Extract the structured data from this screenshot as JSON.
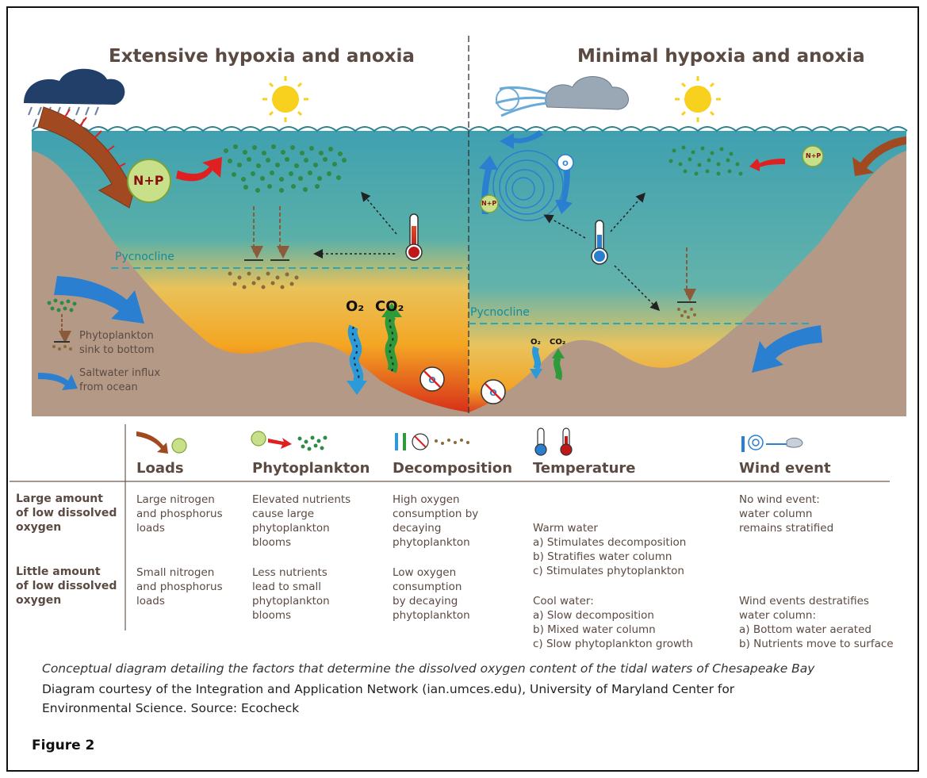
{
  "panels": {
    "left_title": "Extensive hypoxia and anoxia",
    "right_title": "Minimal hypoxia and anoxia",
    "pycnocline_left": "Pycnocline",
    "pycnocline_right": "Pycnocline"
  },
  "labels": {
    "np": "N+P",
    "o2": "O₂",
    "co2": "CO₂"
  },
  "legend": {
    "phytoplankton_sink": [
      "Phytoplankton",
      "sink to bottom"
    ],
    "saltwater_influx": [
      "Saltwater influx",
      "from ocean"
    ]
  },
  "table": {
    "headers": [
      "Loads",
      "Phytoplankton",
      "Decomposition",
      "Temperature",
      "Wind event"
    ],
    "rows": [
      {
        "label": [
          "Large amount",
          "of low dissolved",
          "oxygen"
        ],
        "cells": [
          [
            "Large nitrogen",
            "and phosphorus",
            "loads"
          ],
          [
            "Elevated nutrients",
            "cause large",
            "phytoplankton",
            "blooms"
          ],
          [
            "High oxygen",
            "consumption by",
            "decaying",
            "phytoplankton"
          ],
          [
            "Warm water",
            " a) Stimulates decomposition",
            " b) Stratifies water column",
            " c) Stimulates phytoplankton"
          ],
          [
            "No wind event:",
            "water column",
            "remains stratified"
          ]
        ]
      },
      {
        "label": [
          "Little amount",
          "of low dissolved",
          "oxygen"
        ],
        "cells": [
          [
            "Small nitrogen",
            "and phosphorus",
            "loads"
          ],
          [
            "Less nutrients",
            "lead to small",
            "phytoplankton",
            "blooms"
          ],
          [
            "Low oxygen",
            "consumption",
            "by decaying",
            "phytoplankton"
          ],
          [
            "Cool water:",
            " a) Slow decomposition",
            " b) Mixed water column",
            " c) Slow phytoplankton growth"
          ],
          [
            "Wind events destratifies",
            "water column:",
            " a) Bottom water aerated",
            " b) Nutrients move to surface"
          ]
        ]
      }
    ]
  },
  "caption": "Conceptual diagram detailing the factors that determine the dissolved oxygen content of the tidal waters of Chesapeake Bay",
  "credit": [
    "Diagram courtesy of the Integration and Application Network (ian.umces.edu), University of Maryland Center for",
    "Environmental Science. Source: Ecocheck"
  ],
  "figure_label": "Figure 2",
  "colors": {
    "water_top": "#3d9fb0",
    "water_mid": "#f2b52a",
    "water_bottom": "#d9231a",
    "sediment": "#b49a86",
    "arrow_brown": "#a14a22",
    "arrow_blue": "#2a7fd0",
    "phyto_green": "#2e8a45",
    "np_circle": "#c8e08a",
    "pycnocline": "#2aa6b4",
    "title_brown": "#5a4a42"
  }
}
